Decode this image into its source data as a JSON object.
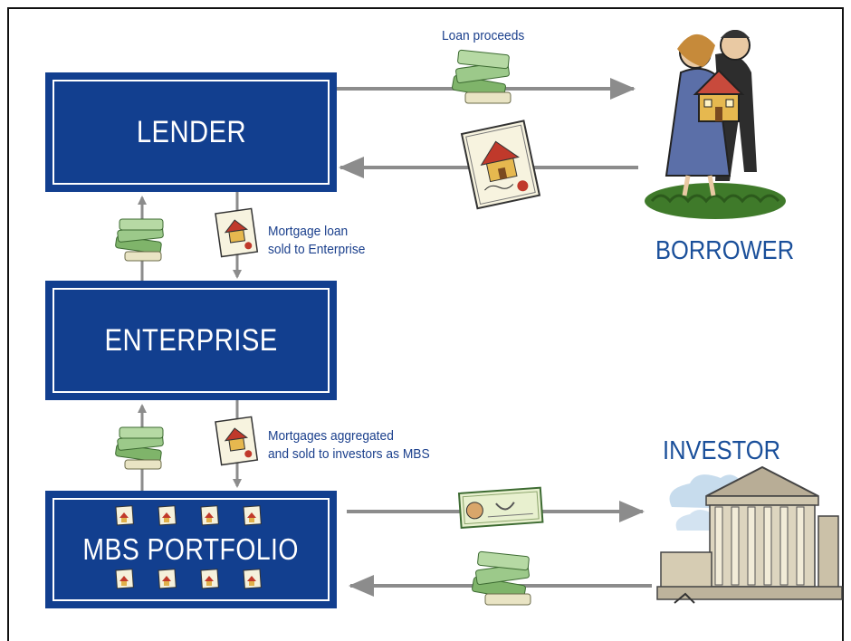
{
  "boxes": {
    "lender": "LENDER",
    "enterprise": "ENTERPRISE",
    "mbs_portfolio": "MBS PORTFOLIO"
  },
  "parties": {
    "borrower": "BORROWER",
    "investor": "INVESTOR"
  },
  "annotations": {
    "loan_proceeds": "Loan proceeds",
    "mortgage_sold_line1": "Mortgage loan",
    "mortgage_sold_line2": "sold to Enterprise",
    "mbs_line1": "Mortgages aggregated",
    "mbs_line2": "and sold to investors as MBS"
  },
  "colors": {
    "box_fill": "#123f8f",
    "label_blue": "#1a3f8c",
    "arrow_gray": "#8c8c8c",
    "money_green": "#5e9a4c"
  },
  "icons": [
    "money-stack-icon",
    "mortgage-document-icon",
    "check-icon",
    "borrower-couple-icon",
    "investor-building-icon"
  ]
}
